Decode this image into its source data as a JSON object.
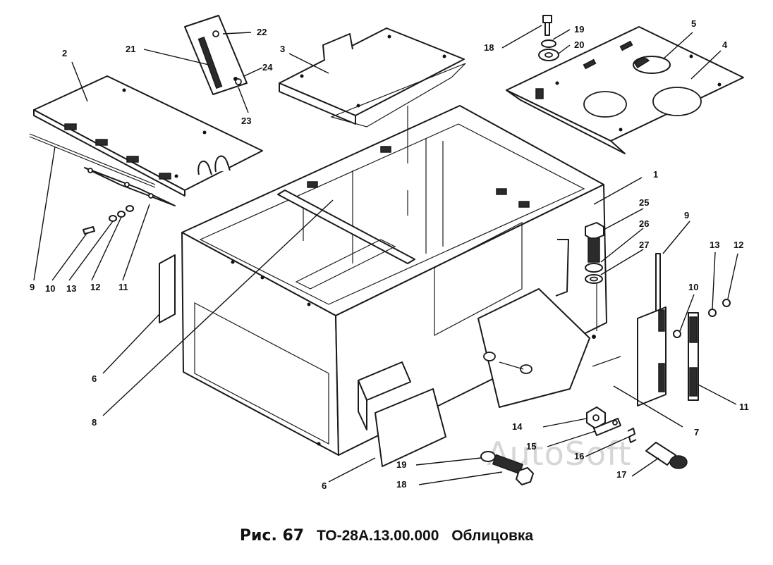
{
  "caption": {
    "figure_label": "Рис. 67",
    "drawing_code": "ТО-28А.13.00.000",
    "title": "Облицовка"
  },
  "watermark": "AutoSoft",
  "callouts": {
    "c1": "1",
    "c2": "2",
    "c3": "3",
    "c4": "4",
    "c5": "5",
    "c6a": "6",
    "c6b": "6",
    "c7": "7",
    "c8": "8",
    "c9a": "9",
    "c9b": "9",
    "c10a": "10",
    "c10b": "10",
    "c11a": "11",
    "c11b": "11",
    "c12a": "12",
    "c12b": "12",
    "c13a": "13",
    "c13b": "13",
    "c14": "14",
    "c15": "15",
    "c16": "16",
    "c17": "17",
    "c18a": "18",
    "c18b": "18",
    "c19a": "19",
    "c19b": "19",
    "c20": "20",
    "c21": "21",
    "c22": "22",
    "c23": "23",
    "c24": "24",
    "c25": "25",
    "c26": "26",
    "c27": "27"
  }
}
